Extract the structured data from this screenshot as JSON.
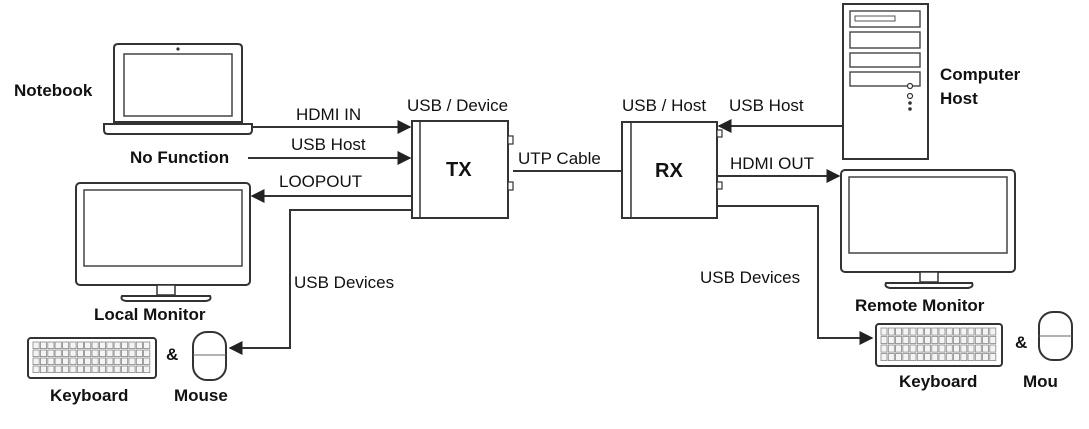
{
  "labels": {
    "notebook": "Notebook",
    "no_function": "No Function",
    "local_monitor": "Local Monitor",
    "keyboard_left": "Keyboard",
    "amp_left": "&",
    "mouse_left": "Mouse",
    "hdmi_in": "HDMI IN",
    "usb_host_left": "USB Host",
    "loopout": "LOOPOUT",
    "usb_devices_left": "USB Devices",
    "usb_device": "USB / Device",
    "tx": "TX",
    "utp_cable": "UTP Cable",
    "rx": "RX",
    "usb_host_rx": "USB / Host",
    "usb_host_right": "USB Host",
    "hdmi_out": "HDMI OUT",
    "usb_devices_right": "USB Devices",
    "computer": "Computer",
    "host": "Host",
    "remote_monitor": "Remote Monitor",
    "keyboard_right": "Keyboard",
    "amp_right": "&",
    "mouse_right": "Mou"
  },
  "icons": {
    "notebook": "laptop-icon",
    "local_monitor": "monitor-icon",
    "remote_monitor": "monitor-icon",
    "computer_host": "desktop-tower-icon",
    "keyboard": "keyboard-icon",
    "mouse": "mouse-icon"
  }
}
